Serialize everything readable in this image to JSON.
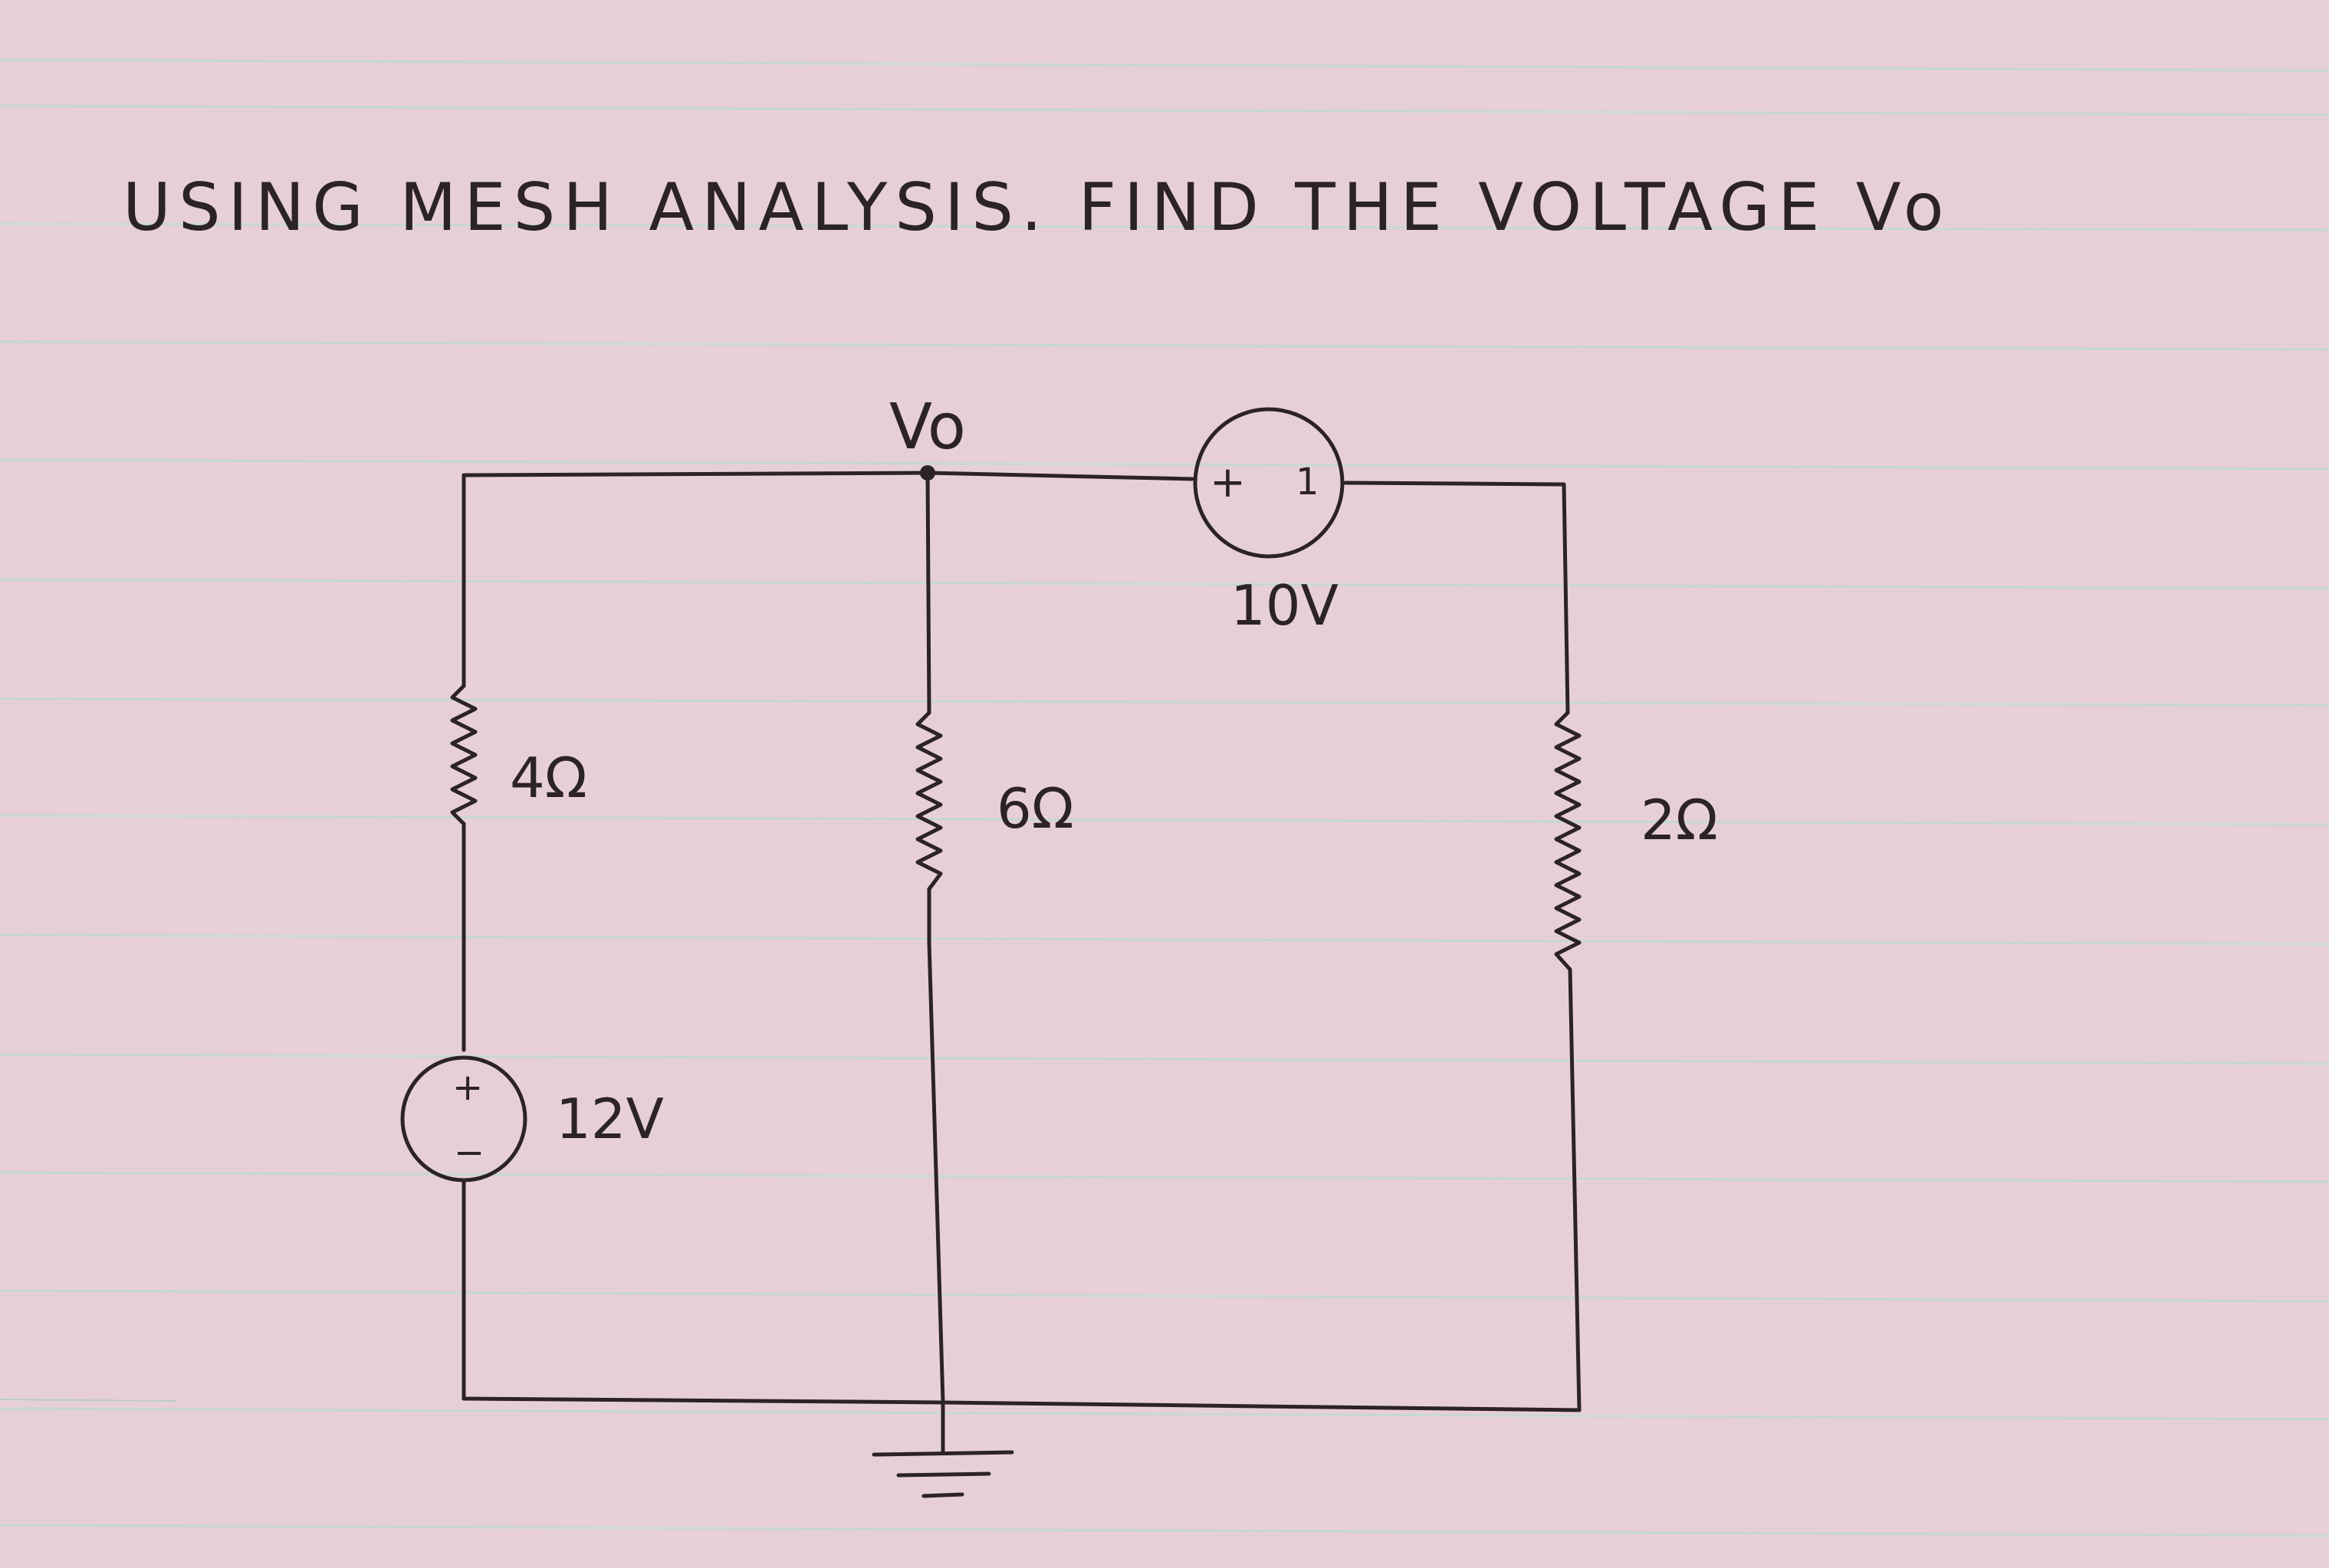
{
  "question": {
    "text": "USING MESH ANALYSIS. FIND THE VOLTAGE Vo"
  },
  "circuit": {
    "node_label": "Vo",
    "components": [
      {
        "id": "r1",
        "type": "resistor",
        "label": "4Ω"
      },
      {
        "id": "r2",
        "type": "resistor",
        "label": "6Ω"
      },
      {
        "id": "r3",
        "type": "resistor",
        "label": "2Ω"
      },
      {
        "id": "v1",
        "type": "voltage-source",
        "label": "12V",
        "plus": "+",
        "minus": "−"
      },
      {
        "id": "v2",
        "type": "voltage-source",
        "label": "10V",
        "plus": "+",
        "minus": "1"
      }
    ],
    "ground": "ground-symbol"
  },
  "paper": {
    "background": "#e7d0d5",
    "rule_color": "#c5d9d2",
    "ink_color": "#2b2326"
  }
}
